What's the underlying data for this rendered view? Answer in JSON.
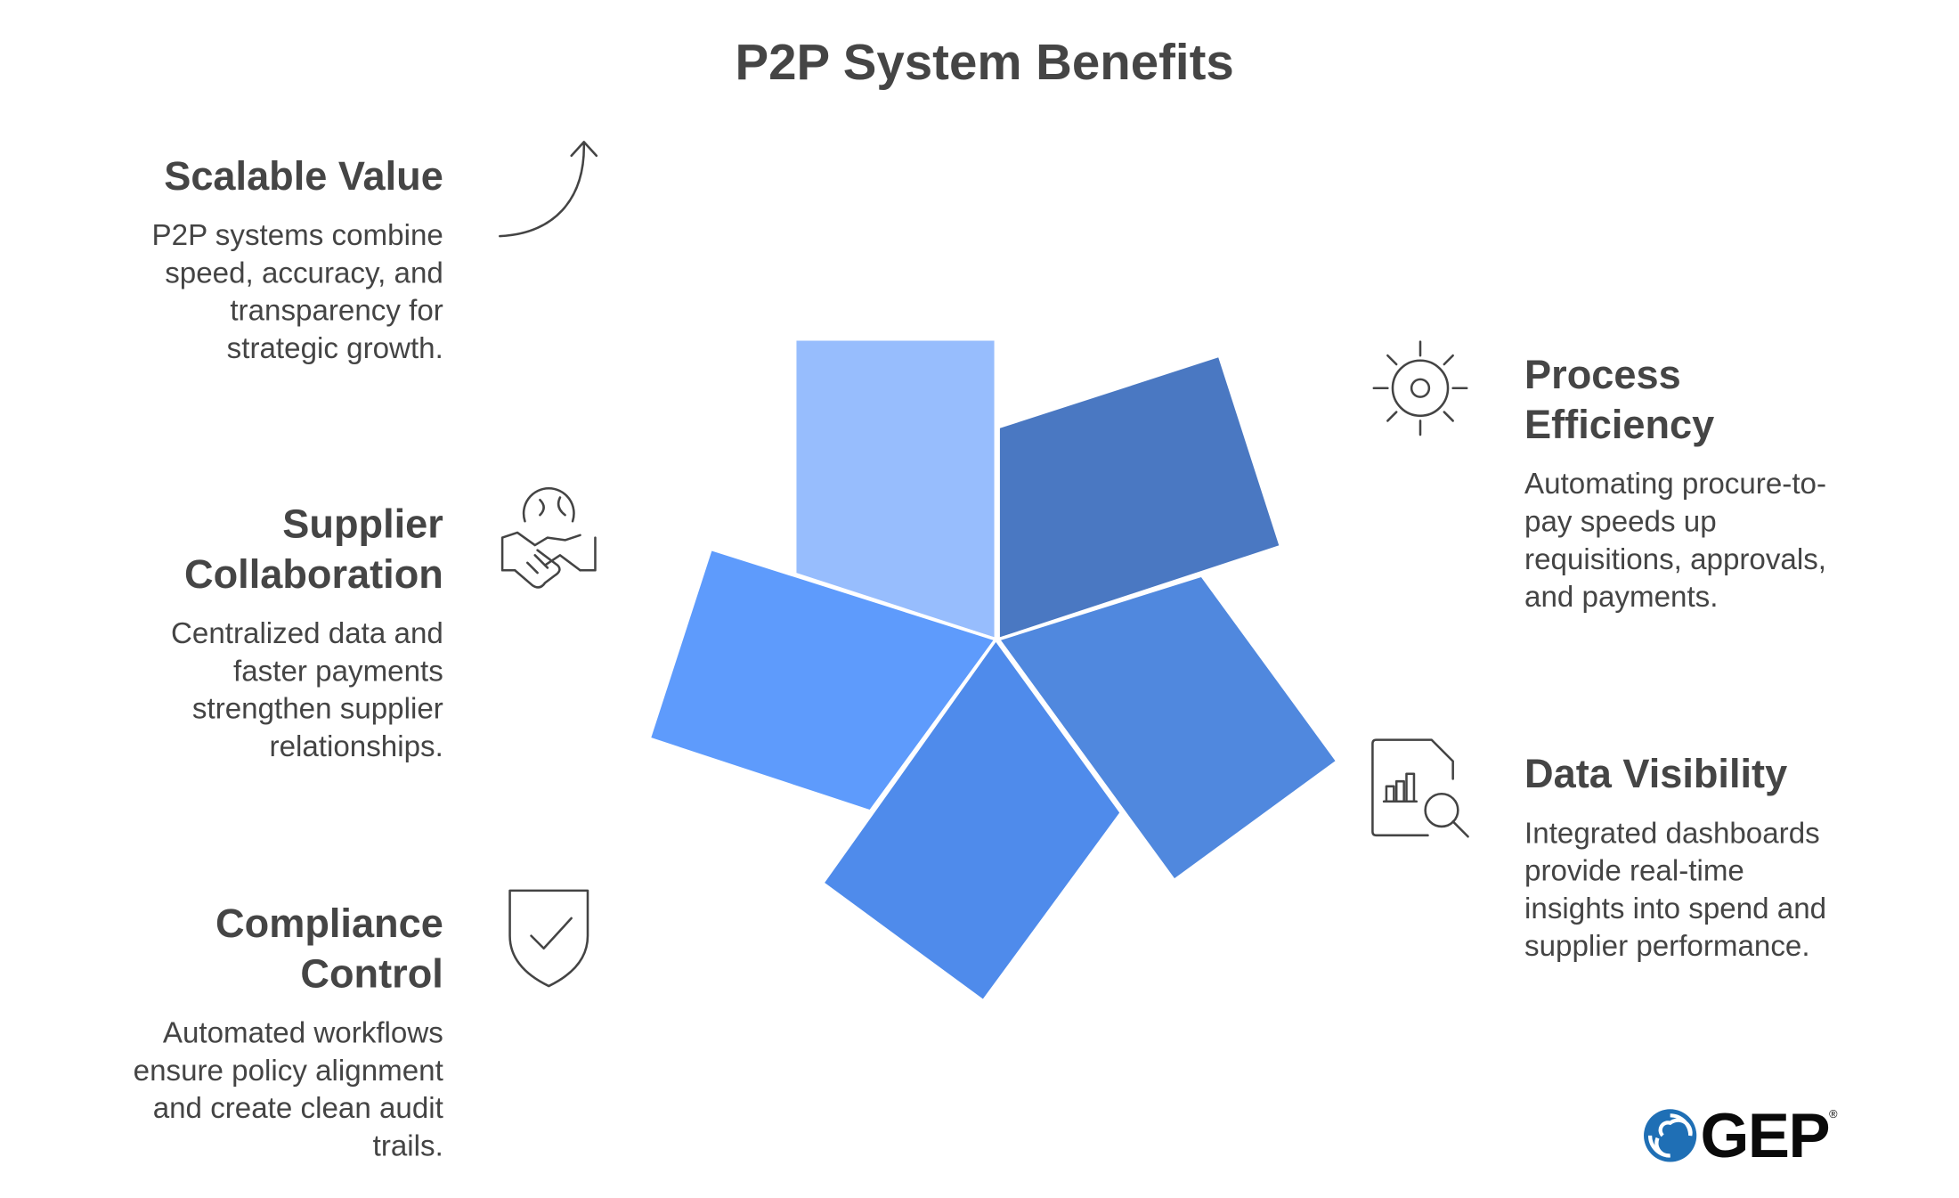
{
  "title": "P2P System Benefits",
  "colors": {
    "segment_light": "#97BDFD",
    "segment_dark": "#4A78C2",
    "segment_right": "#5088DE",
    "segment_bottom": "#4F8BEB",
    "segment_left": "#5E9BFC",
    "text": "#444444",
    "logo_blue": "#1F6FB5"
  },
  "benefits": {
    "scalable": {
      "heading": [
        "Scalable Value"
      ],
      "body": [
        "P2P systems combine",
        "speed, accuracy, and",
        "transparency for",
        "strategic growth."
      ],
      "icon": "arrow-up-curve-icon"
    },
    "supplier": {
      "heading": [
        "Supplier",
        "Collaboration"
      ],
      "body": [
        "Centralized data and",
        "faster payments",
        "strengthen supplier",
        "relationships."
      ],
      "icon": "handshake-globe-icon"
    },
    "compliance": {
      "heading": [
        "Compliance",
        "Control"
      ],
      "body": [
        "Automated workflows",
        "ensure policy alignment",
        "and create clean audit",
        "trails."
      ],
      "icon": "shield-check-icon"
    },
    "process": {
      "heading": [
        "Process",
        "Efficiency"
      ],
      "body": [
        "Automating procure-to-",
        "pay speeds up",
        "requisitions, approvals,",
        "and payments."
      ],
      "icon": "sun-gear-icon"
    },
    "data": {
      "heading": [
        "Data Visibility"
      ],
      "body": [
        "Integrated dashboards",
        "provide real-time",
        "insights into spend and",
        "supplier performance."
      ],
      "icon": "report-search-icon"
    }
  },
  "logo": {
    "text": "GEP"
  }
}
